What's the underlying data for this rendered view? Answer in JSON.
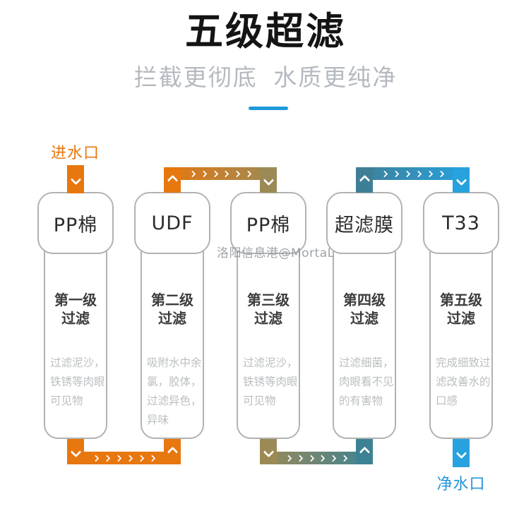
{
  "header": {
    "title": "五级超滤",
    "subtitle": "拦截更彻底 水质更纯净"
  },
  "watermark": "洛阳信息港@MortaL",
  "inlet": {
    "label": "进水口"
  },
  "outlet": {
    "label": "净水口"
  },
  "stages": [
    {
      "name": "PP棉",
      "stage": "第一级\n过滤",
      "desc": "过滤泥沙，\n铁锈等肉眼\n可见物"
    },
    {
      "name": "UDF",
      "stage": "第二级\n过滤",
      "desc": "吸附水中余\n氯，胶体，\n过滤异色，\n异味"
    },
    {
      "name": "PP棉",
      "stage": "第三级\n过滤",
      "desc": "过滤泥沙，\n铁锈等肉眼\n可见物"
    },
    {
      "name": "超滤膜",
      "stage": "第四级\n过滤",
      "desc": "过滤细菌，\n肉眼看不见\n的有害物"
    },
    {
      "name": "T33",
      "stage": "第五级\n过滤",
      "desc": "完成细致过\n滤改善水的\n口感"
    }
  ],
  "colors": {
    "orange": "#e7770f",
    "tan": "#9c8a56",
    "teal": "#3d8294",
    "blue": "#27a2df",
    "underline_accent": "#1f99d9",
    "subtitle_gray": "#b5bac0",
    "cartridge_border": "#b2b2b2",
    "desc_gray": "#babec0"
  }
}
